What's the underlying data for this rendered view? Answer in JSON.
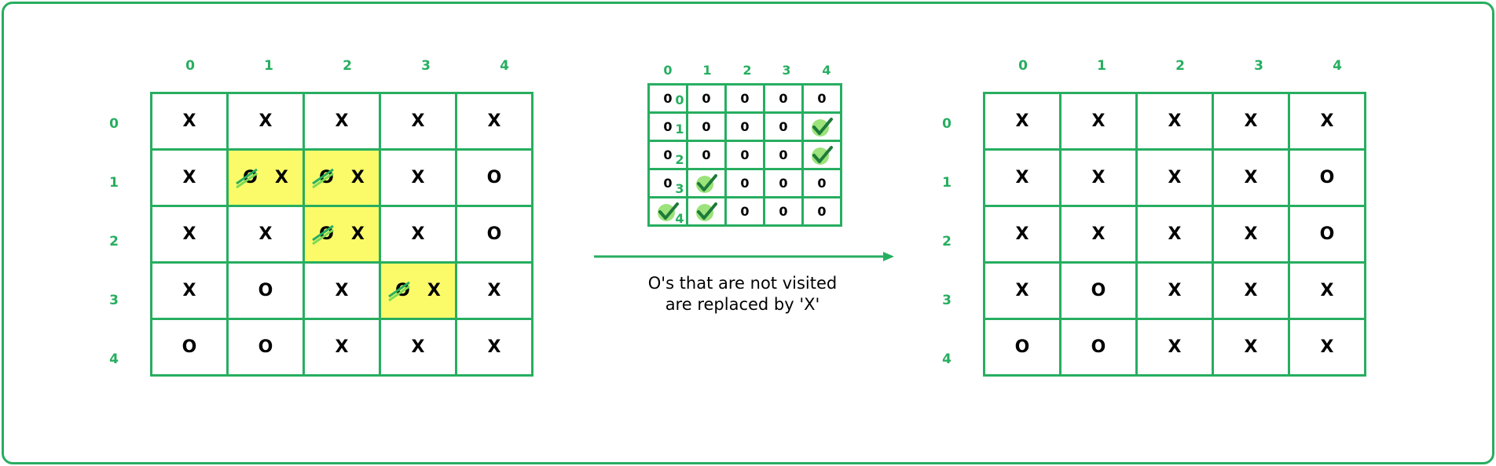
{
  "colors": {
    "accent": "#27ae60",
    "highlight": "#fbfb6a"
  },
  "indices": [
    "0",
    "1",
    "2",
    "3",
    "4"
  ],
  "left_grid": [
    [
      {
        "v": "X"
      },
      {
        "v": "X"
      },
      {
        "v": "X"
      },
      {
        "v": "X"
      },
      {
        "v": "X"
      }
    ],
    [
      {
        "v": "X"
      },
      {
        "v": "X",
        "struck": "O",
        "hl": true
      },
      {
        "v": "X",
        "struck": "O",
        "hl": true
      },
      {
        "v": "X"
      },
      {
        "v": "O"
      }
    ],
    [
      {
        "v": "X"
      },
      {
        "v": "X"
      },
      {
        "v": "X",
        "struck": "O",
        "hl": true
      },
      {
        "v": "X"
      },
      {
        "v": "O"
      }
    ],
    [
      {
        "v": "X"
      },
      {
        "v": "O"
      },
      {
        "v": "X"
      },
      {
        "v": "X",
        "struck": "O",
        "hl": true
      },
      {
        "v": "X"
      }
    ],
    [
      {
        "v": "O"
      },
      {
        "v": "O"
      },
      {
        "v": "X"
      },
      {
        "v": "X"
      },
      {
        "v": "X"
      }
    ]
  ],
  "visited_grid": [
    [
      "0",
      "0",
      "0",
      "0",
      "0"
    ],
    [
      "0",
      "0",
      "0",
      "0",
      "check"
    ],
    [
      "0",
      "0",
      "0",
      "0",
      "check"
    ],
    [
      "0",
      "check",
      "0",
      "0",
      "0"
    ],
    [
      "check",
      "check",
      "0",
      "0",
      "0"
    ]
  ],
  "caption": {
    "line1": "O's that are not visited",
    "line2": "are replaced by 'X'"
  },
  "right_grid": [
    [
      "X",
      "X",
      "X",
      "X",
      "X"
    ],
    [
      "X",
      "X",
      "X",
      "X",
      "O"
    ],
    [
      "X",
      "X",
      "X",
      "X",
      "O"
    ],
    [
      "X",
      "O",
      "X",
      "X",
      "X"
    ],
    [
      "O",
      "O",
      "X",
      "X",
      "X"
    ]
  ]
}
